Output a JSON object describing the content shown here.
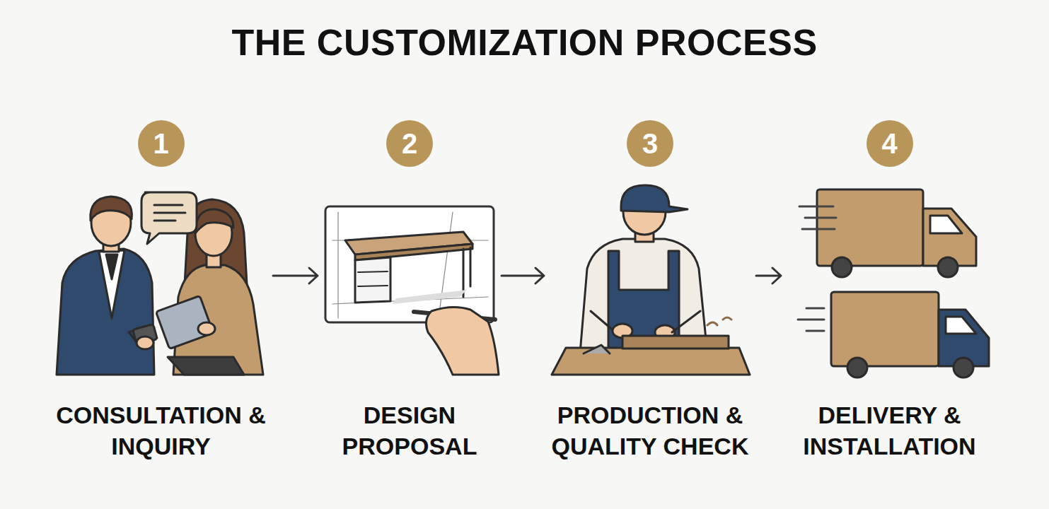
{
  "diagram": {
    "title": "THE CUSTOMIZATION PROCESS",
    "nodes": [
      {
        "text": [
          "1",
          "CONSULTATION & INQUIRY"
        ]
      },
      {
        "text": [
          "2",
          "DESIGN PROPOSAL"
        ]
      },
      {
        "text": [
          "3",
          "PRODUCTION & QUALITY CHECK"
        ]
      },
      {
        "text": [
          "4",
          "DELIVERY & INSTALLATION"
        ]
      }
    ],
    "edges": [
      {
        "from": 0,
        "to": 1,
        "arrow": "to"
      },
      {
        "from": 1,
        "to": 2,
        "arrow": "to"
      },
      {
        "from": 2,
        "to": 3,
        "arrow": "to"
      }
    ]
  }
}
